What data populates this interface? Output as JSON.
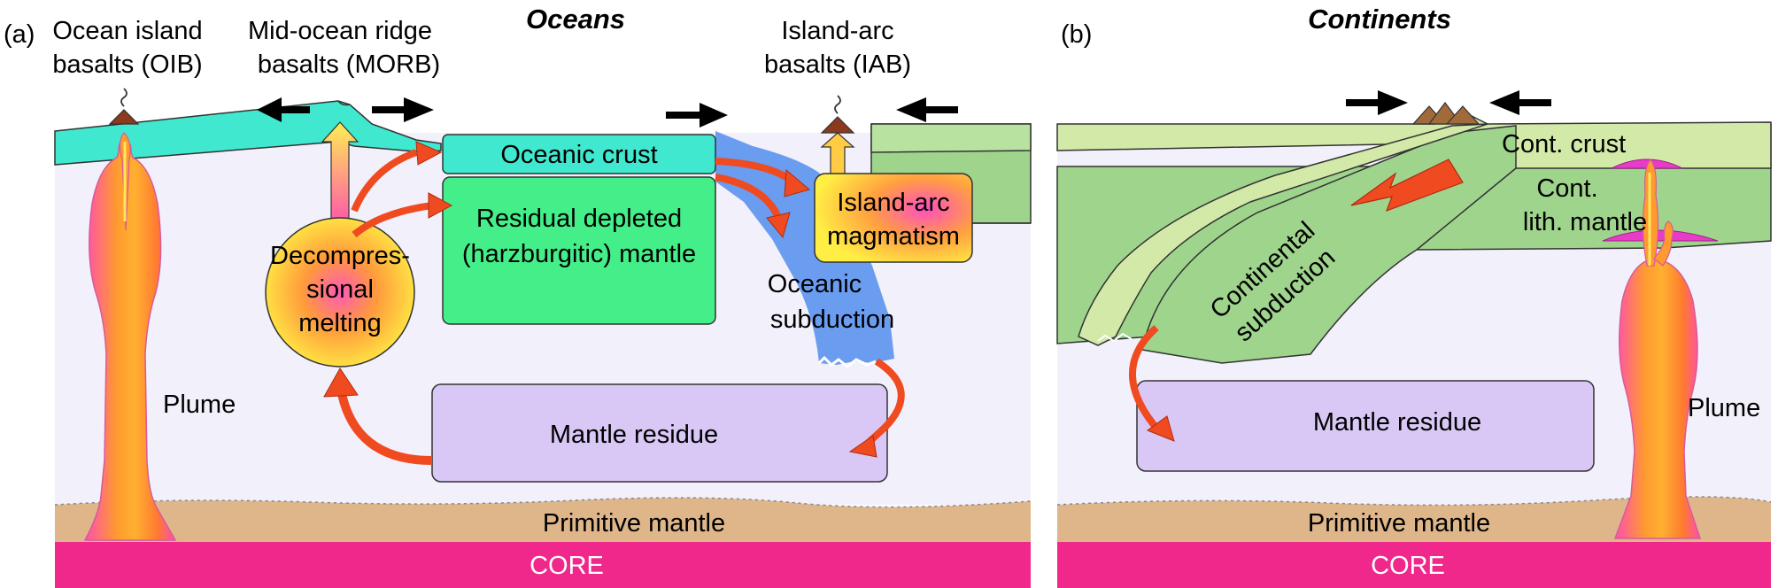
{
  "panel_a": {
    "letter": "(a)",
    "title": "Oceans",
    "oib_line1": "Ocean island",
    "oib_line2": "basalts (OIB)",
    "morb_line1": "Mid-ocean ridge",
    "morb_line2": "basalts (MORB)",
    "iab_line1": "Island-arc",
    "iab_line2": "basalts (IAB)",
    "oceanic_crust": "Oceanic crust",
    "residual_line1": "Residual depleted",
    "residual_line2": "(harzburgitic) mantle",
    "decomp_line1": "Decompres-",
    "decomp_line2": "sional",
    "decomp_line3": "melting",
    "island_arc_line1": "Island-arc",
    "island_arc_line2": "magmatism",
    "oceanic_sub_line1": "Oceanic",
    "oceanic_sub_line2": "subduction",
    "plume": "Plume",
    "mantle_residue": "Mantle residue",
    "primitive_mantle": "Primitive mantle",
    "core": "CORE"
  },
  "panel_b": {
    "letter": "(b)",
    "title": "Continents",
    "cont_crust": "Cont. crust",
    "cont_lith_line1": "Cont.",
    "cont_lith_line2": "lith. mantle",
    "cont_sub_line1": "Continental",
    "cont_sub_line2": "subduction",
    "mantle_residue": "Mantle residue",
    "plume": "Plume",
    "primitive_mantle": "Primitive mantle",
    "core": "CORE"
  },
  "colors": {
    "core": "#f0288c",
    "primitive_mantle": "#dfb68a",
    "mantle_bg": "#f2f0fa",
    "oceanic_crust": "#40e8cf",
    "residual_mantle": "#44ee88",
    "slab": "#6a9cf0",
    "mantle_residue": "#d9c8f5",
    "cont_crust": "#d3e9a8",
    "cont_lith": "#9fd48d",
    "arrow_red": "#f04a20"
  }
}
